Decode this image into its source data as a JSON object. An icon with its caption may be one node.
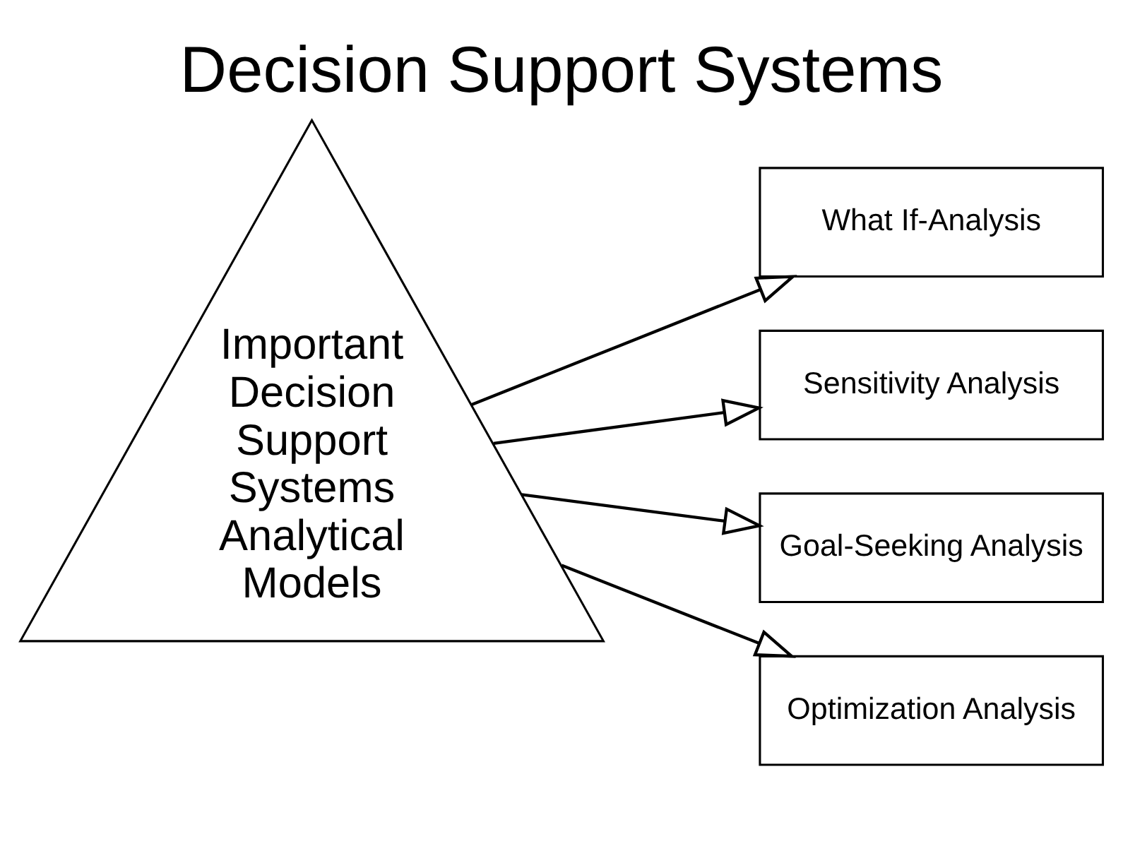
{
  "diagram": {
    "title": "Decision Support Systems",
    "nodes": [
      {
        "text": [
          "Important Decision Support Systems Analytical Models"
        ]
      },
      {
        "text": [
          "What If-Analysis"
        ]
      },
      {
        "text": [
          "Sensitivity Analysis"
        ]
      },
      {
        "text": [
          "Goal-Seeking Analysis"
        ]
      },
      {
        "text": [
          "Optimization Analysis"
        ]
      }
    ],
    "edges": [
      {
        "from": 0,
        "to": 1,
        "arrow": "to"
      },
      {
        "from": 0,
        "to": 2,
        "arrow": "to"
      },
      {
        "from": 0,
        "to": 3,
        "arrow": "to"
      },
      {
        "from": 0,
        "to": 4,
        "arrow": "to"
      }
    ]
  }
}
